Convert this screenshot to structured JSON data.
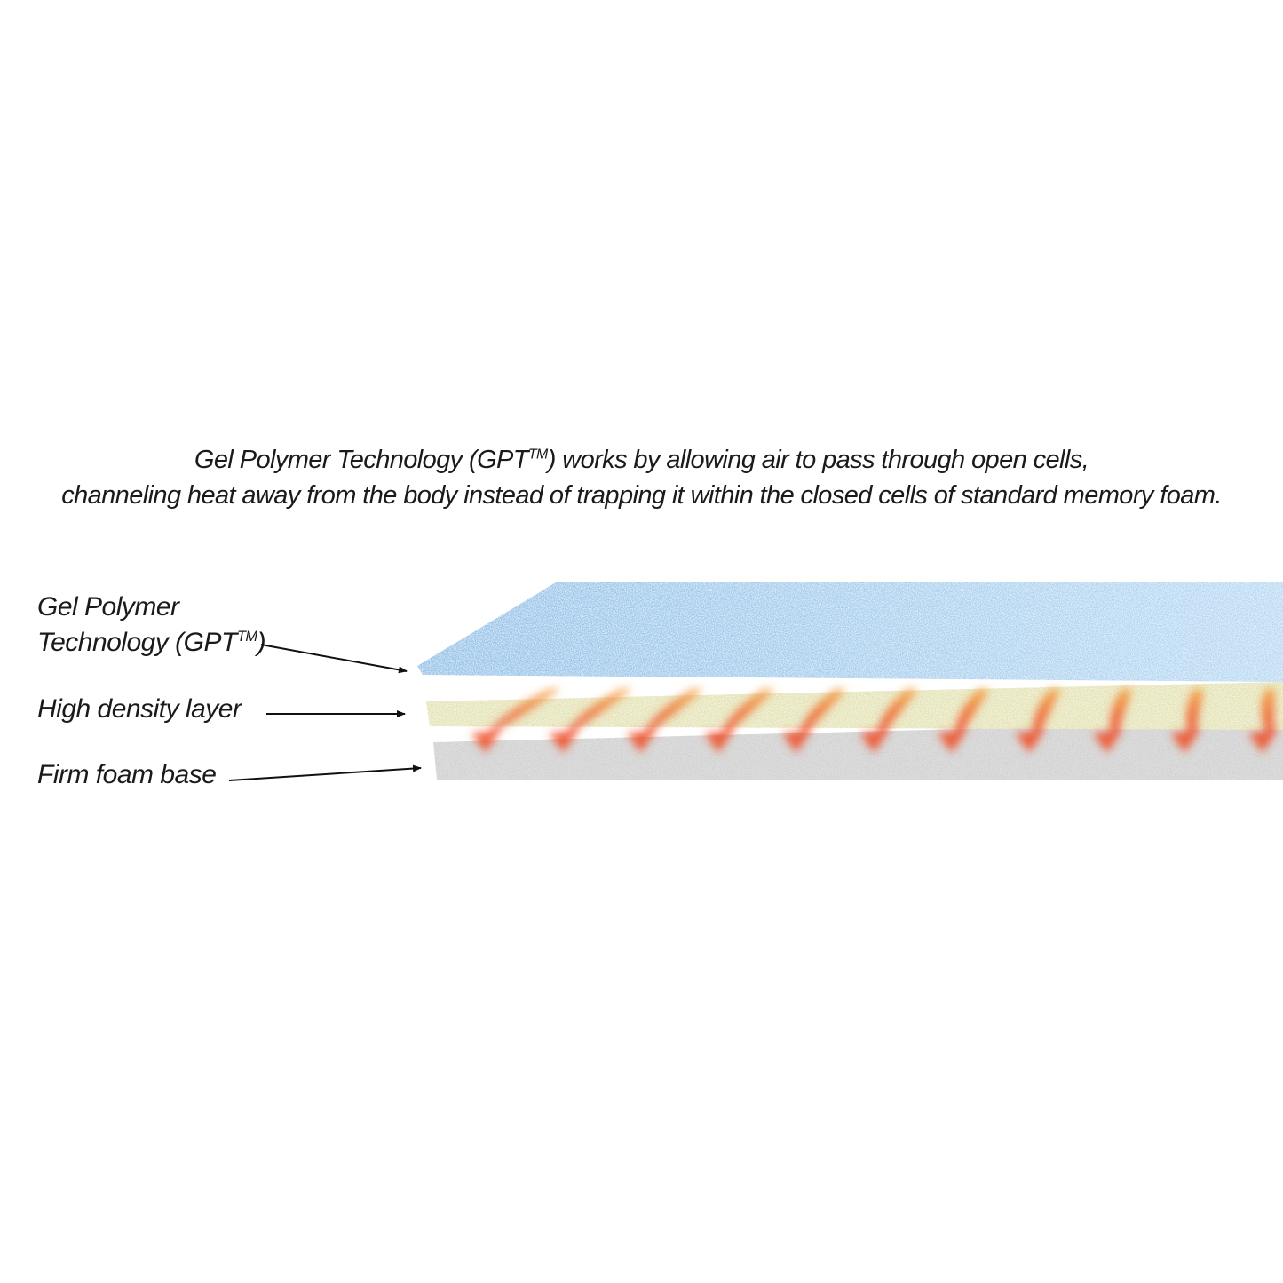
{
  "headline": {
    "line1_pre": "Gel Polymer Technology (GPT",
    "line1_sup": "TM",
    "line1_post": ") works by allowing air to pass through open cells,",
    "line2": "channeling heat away from the body instead of trapping it within the closed cells of standard memory foam."
  },
  "labels": {
    "gpt_line1": "Gel Polymer",
    "gpt_line2_pre": "Technology (GPT",
    "gpt_line2_sup": "TM",
    "gpt_line2_post": ")",
    "high_density": "High density layer",
    "firm_base": "Firm foam base"
  },
  "colors": {
    "gel_layer": "#8cc0e8",
    "gel_layer_light": "#b6d9f3",
    "high_density_layer": "#e3e2b0",
    "firm_base_layer": "#dcdcdc",
    "heat_arrow": "#f0502a",
    "heat_arrow_tail": "#f5a23c",
    "text": "#1a1a1a"
  },
  "heat_arrows": {
    "count": 11,
    "icon": "heat-flow-arrow-icon"
  }
}
